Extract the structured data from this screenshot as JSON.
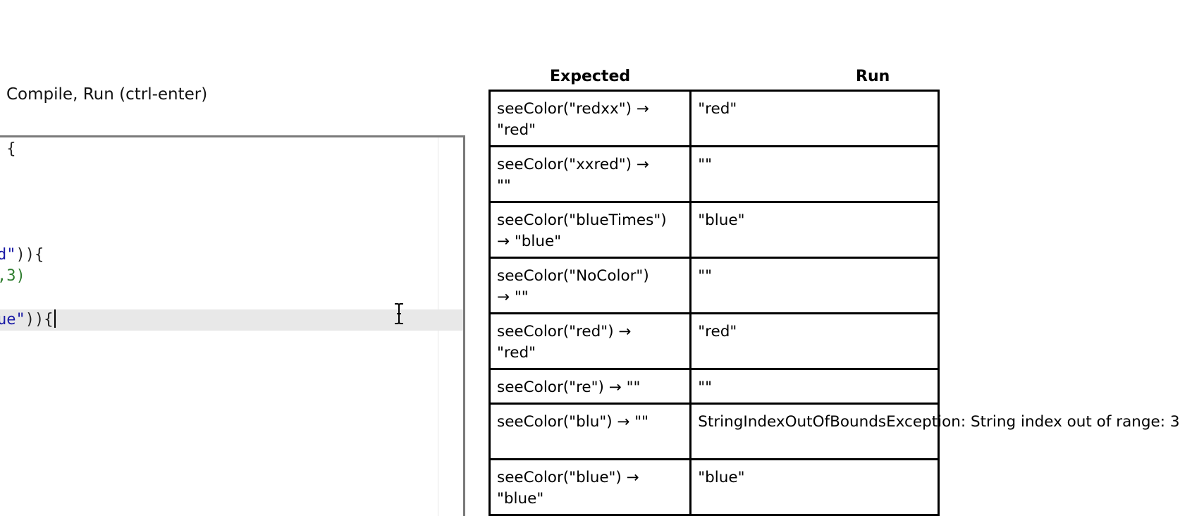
{
  "toolbar": {
    "run_label": "Compile, Run (ctrl-enter)"
  },
  "editor": {
    "lines": [
      {
        "text": " {"
      },
      {
        "pre": "",
        "str": "d\"",
        "post": ")){"
      },
      {
        "pre": "",
        "num": ",3)",
        "post": ""
      },
      {
        "pre": "",
        "str": "ue\"",
        "post": ")){"
      }
    ],
    "cursor_icon": "text-cursor-ibeam-icon"
  },
  "results": {
    "headers": {
      "expected": "Expected",
      "run": "Run"
    },
    "rows": [
      {
        "expected": "seeColor(\"redxx\") →\n\"red\"",
        "run": "\"red\""
      },
      {
        "expected": "seeColor(\"xxred\") →\n\"\"",
        "run": "\"\""
      },
      {
        "expected": "seeColor(\"blueTimes\")\n→ \"blue\"",
        "run": "\"blue\""
      },
      {
        "expected": "seeColor(\"NoColor\")\n→ \"\"",
        "run": "\"\""
      },
      {
        "expected": "seeColor(\"red\") →\n\"red\"",
        "run": "\"red\""
      },
      {
        "expected": "seeColor(\"re\") → \"\"",
        "run": "\"\""
      },
      {
        "expected": "seeColor(\"blu\") → \"\"",
        "run": "StringIndexOutOfBoundsException:\nString index out of range: 3"
      },
      {
        "expected": "seeColor(\"blue\") →\n\"blue\"",
        "run": "\"blue\""
      }
    ]
  }
}
